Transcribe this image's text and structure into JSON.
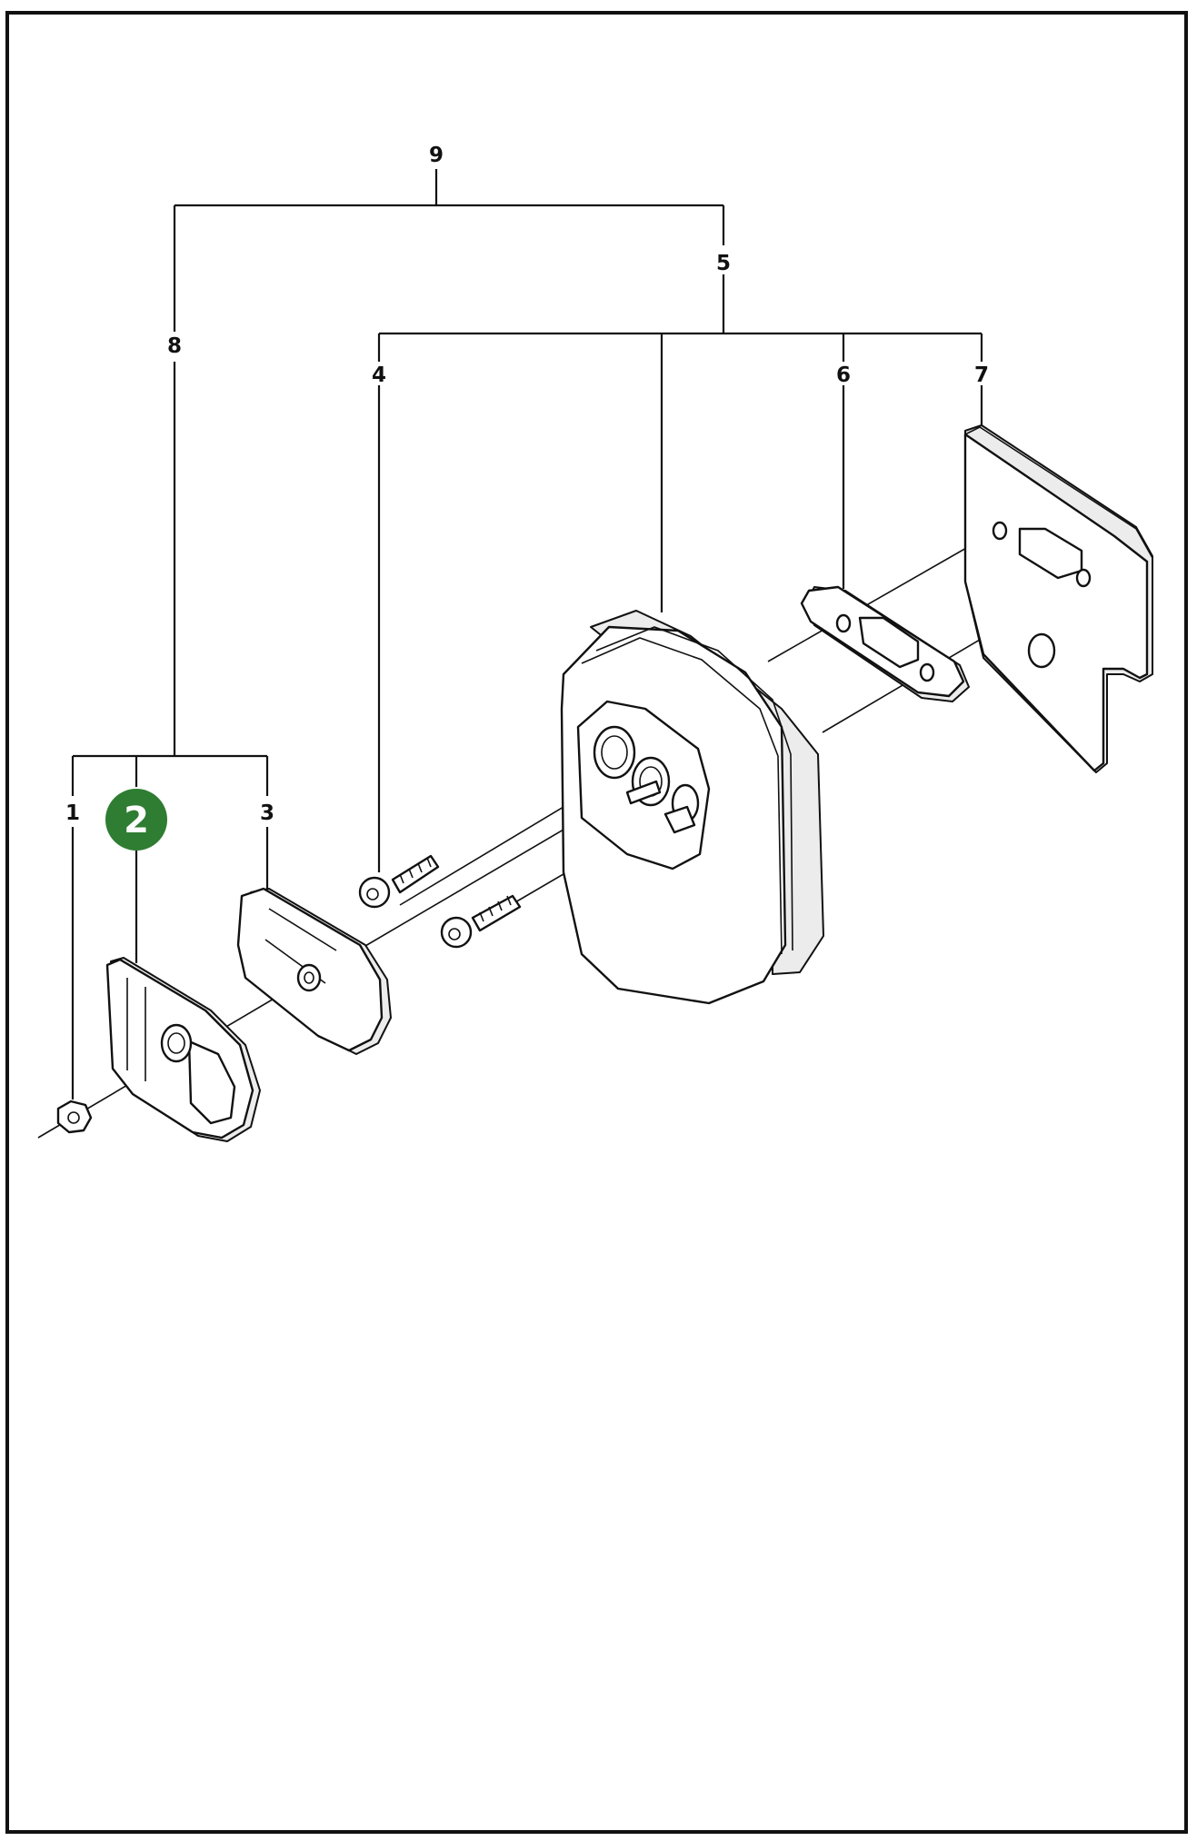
{
  "callouts": {
    "c1": "1",
    "c2": "2",
    "c3": "3",
    "c4": "4",
    "c5": "5",
    "c6": "6",
    "c7": "7",
    "c8": "8",
    "c9": "9"
  },
  "highlight": {
    "item": "2",
    "color": "#2e7d32"
  },
  "colors": {
    "ink": "#111111",
    "background": "#ffffff"
  }
}
